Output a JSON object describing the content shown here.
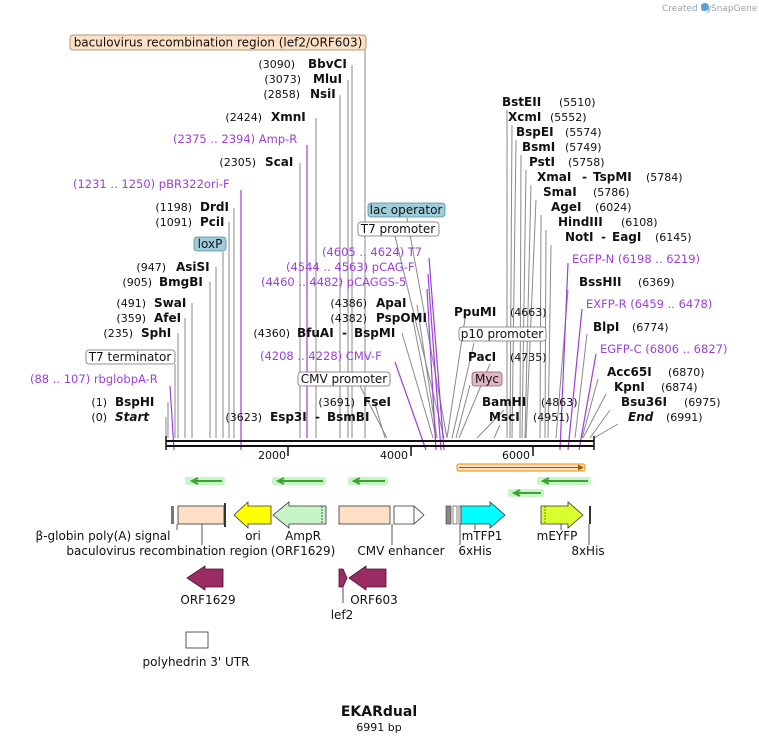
{
  "credit": {
    "prefix": "Created by",
    "brand": "SnapGene"
  },
  "plasmid": {
    "name": "EKARdual",
    "size_label": "6991 bp"
  },
  "scale_ticks": [
    "2000",
    "4000",
    "6000"
  ],
  "sites": {
    "baculo": "baculovirus recombination region (lef2/ORF603)",
    "bbvci_pos": "(3090)",
    "bbvci": "BbvCI",
    "mlui_pos": "(3073)",
    "mlui": "MluI",
    "nsii_pos": "(2858)",
    "nsii": "NsiI",
    "xmni_pos": "(2424)",
    "xmni": "XmnI",
    "ampr_primer": "(2375 .. 2394)  Amp-R",
    "scai_pos": "(2305)",
    "scai": "ScaI",
    "pbr_primer": "(1231 .. 1250)  pBR322ori-F",
    "drdi_pos": "(1198)",
    "drdi": "DrdI",
    "pcii_pos": "(1091)",
    "pcii": "PciI",
    "loxp": "loxP",
    "asisi_pos": "(947)",
    "asisi": "AsiSI",
    "bmgbi_pos": "(905)",
    "bmgbi": "BmgBI",
    "swai_pos": "(491)",
    "swai": "SwaI",
    "afei_pos": "(359)",
    "afei": "AfeI",
    "sphi_pos": "(235)",
    "sphi": "SphI",
    "t7term": "T7 terminator",
    "rbglob_primer": "(88 .. 107)  rbglobpA-R",
    "bsphi_pos": "(1)",
    "bsphi": "BspHI",
    "start_pos": "(0)",
    "start": "Start",
    "esp3i_pos": "(3623)",
    "esp3i": "Esp3I",
    "bsmbi": "BsmBI",
    "lacop": "lac operator",
    "t7prom": "T7 promoter",
    "t7_primer": "(4605 .. 4624)  T7",
    "pcagf_primer": "(4544 .. 4563)  pCAG-F",
    "pcaggs_primer": "(4460 .. 4482)  pCAGGS-5",
    "apai_pos": "(4386)",
    "apai": "ApaI",
    "psphomi_pos": "(4382)",
    "psphomi": "PspOMI",
    "bfuai_pos": "(4360)",
    "bfuai": "BfuAI",
    "bspmi": "BspMI",
    "cmvf_primer": "(4208 .. 4228)  CMV-F",
    "cmvprom": "CMV promoter",
    "fsei_pos": "(3691)",
    "fsei": "FseI",
    "bsteii": "BstEII",
    "bsteii_pos": "(5510)",
    "xcmi": "XcmI",
    "xcmi_pos": "(5552)",
    "bspei": "BspEI",
    "bspei_pos": "(5574)",
    "bsmi": "BsmI",
    "bsmi_pos": "(5749)",
    "psti": "PstI",
    "psti_pos": "(5758)",
    "xmai": "XmaI",
    "tspmi": "TspMI",
    "tspmi_pos": "(5784)",
    "smai": "SmaI",
    "smai_pos": "(5786)",
    "agei": "AgeI",
    "agei_pos": "(6024)",
    "hindiii": "HindIII",
    "hindiii_pos": "(6108)",
    "noti": "NotI",
    "eagi": "EagI",
    "eagi_pos": "(6145)",
    "egfpn_primer": "EGFP-N   (6198 .. 6219)",
    "bsshii": "BssHII",
    "bsshii_pos": "(6369)",
    "exfpr_primer": "EXFP-R   (6459 .. 6478)",
    "blpi": "BlpI",
    "blpi_pos": "(6774)",
    "egfpc_primer": "EGFP-C   (6806 .. 6827)",
    "ppumi": "PpuMI",
    "ppumi_pos": "(4663)",
    "p10prom": "p10 promoter",
    "paci": "PacI",
    "paci_pos": "(4735)",
    "myc": "Myc",
    "acc65i": "Acc65I",
    "acc65i_pos": "(6870)",
    "kpni": "KpnI",
    "kpni_pos": "(6874)",
    "bamhi": "BamHI",
    "bamhi_pos": "(4863)",
    "bsu36i": "Bsu36I",
    "bsu36i_pos": "(6975)",
    "msci": "MscI",
    "msci_pos": "(4951)",
    "end": "End",
    "end_pos": "(6991)"
  },
  "features": {
    "bglobin": "β-globin poly(A) signal",
    "baculo_region": "baculovirus recombination region",
    "ori": "ori",
    "ampr": "AmpR",
    "orf1629_paren": "(ORF1629)",
    "cmv_enh": "CMV enhancer",
    "mtfp1": "mTFP1",
    "his6": "6xHis",
    "meyfp": "mEYFP",
    "his8": "8xHis",
    "orf1629": "ORF1629",
    "lef2": "lef2",
    "orf603": "ORF603",
    "polyhedrin": "polyhedrin 3' UTR"
  },
  "colors": {
    "primer": "#9d3fd6",
    "baculo_fill": "#fde0c5",
    "ori_fill": "#ffff00",
    "ampr_fill": "#c8f5c8",
    "mtfp1_fill": "#00ffff",
    "meyfp_fill": "#d8ff2e",
    "orf_fill": "#9b2c62",
    "lac_fill": "#9ecedb",
    "myc_fill": "#e0b6c4",
    "orange_bar": "#f2a01e",
    "green_arrow": "#3aa52b",
    "snapgene_blue": "#5aa0d8"
  }
}
